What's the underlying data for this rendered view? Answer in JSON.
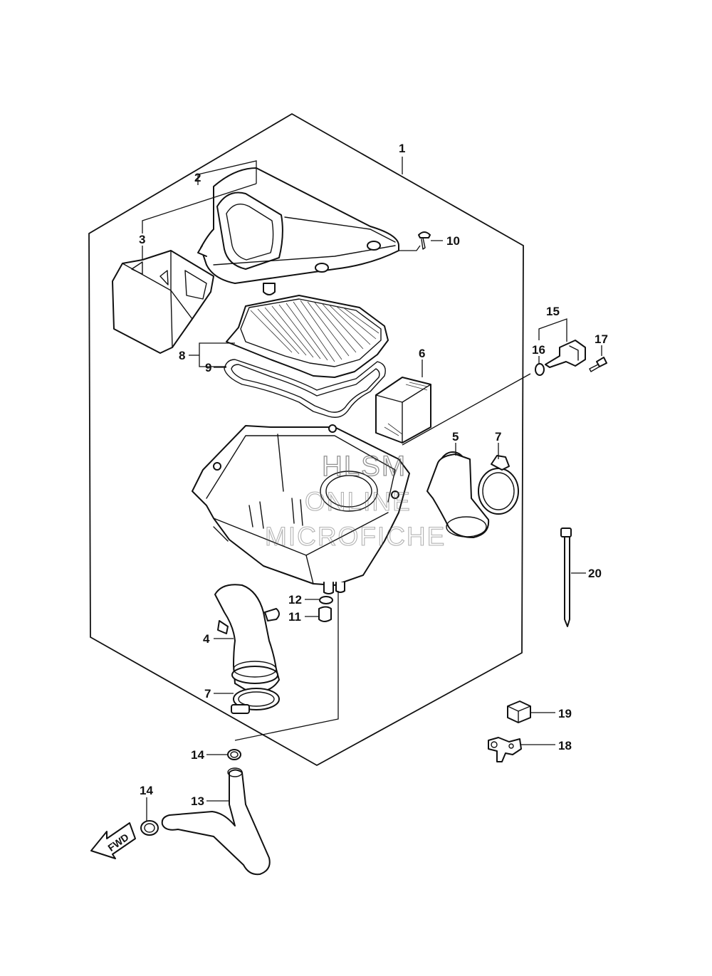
{
  "diagram": {
    "callouts": [
      "1",
      "2",
      "3",
      "4",
      "5",
      "6",
      "7",
      "7",
      "8",
      "9",
      "10",
      "11",
      "12",
      "13",
      "14",
      "14",
      "15",
      "16",
      "17",
      "18",
      "19",
      "20"
    ],
    "watermark": {
      "line1": "HLSM",
      "line2": "ONLINE",
      "line3": "MICROFICHE"
    },
    "direction_label": "FWD"
  }
}
